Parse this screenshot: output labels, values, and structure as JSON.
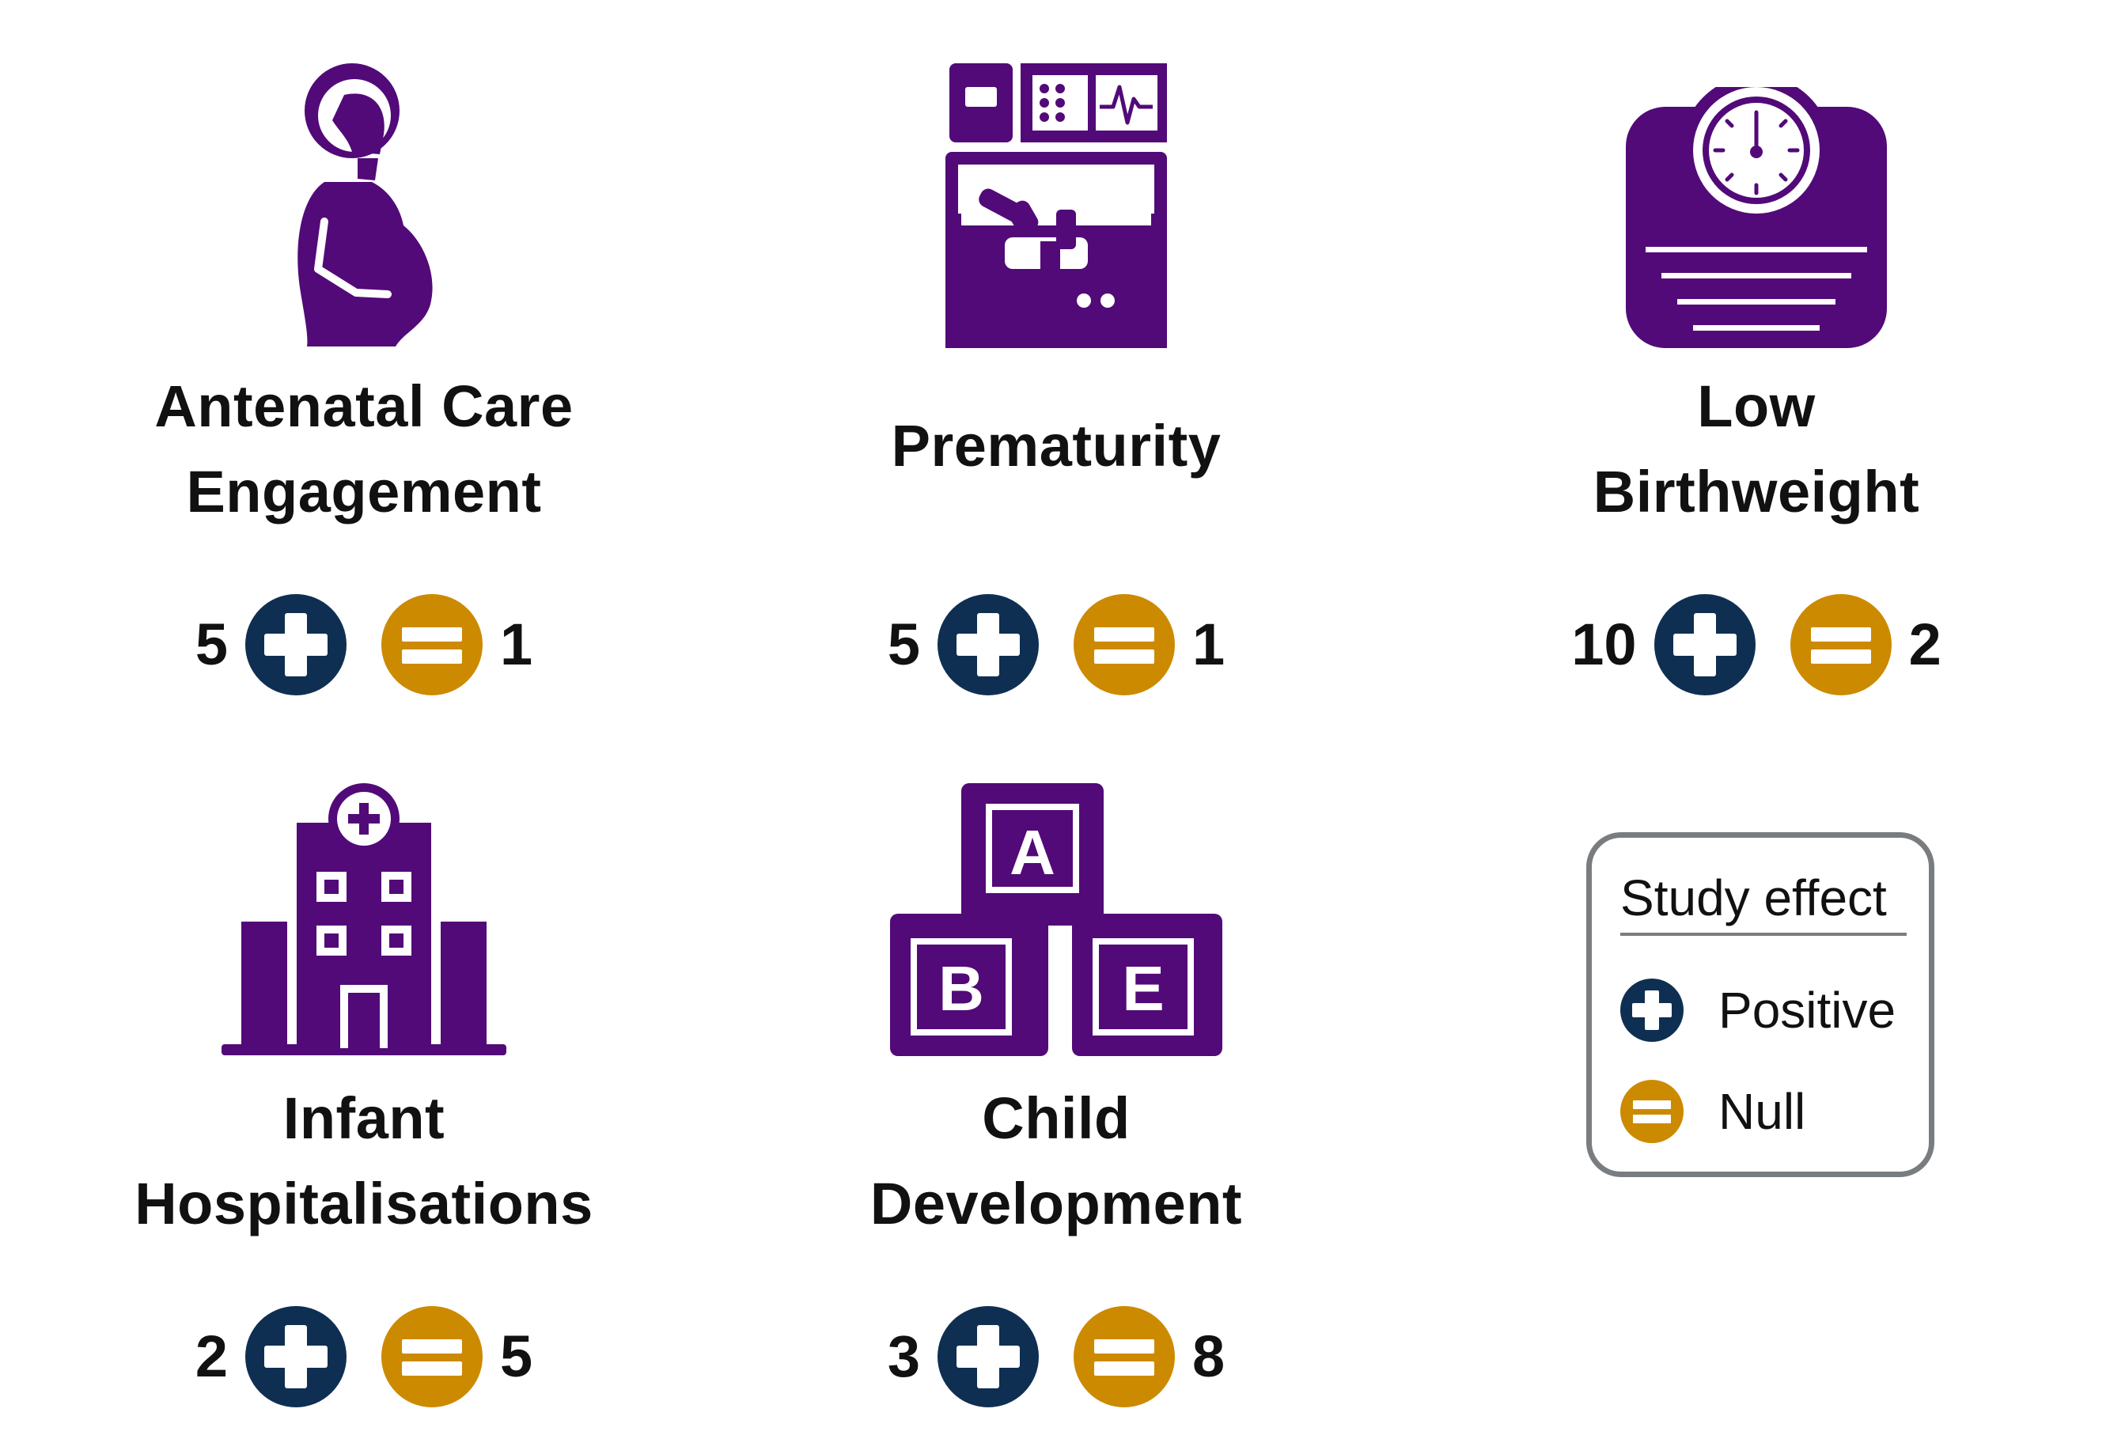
{
  "outcomes": [
    {
      "title_line1": "Antenatal Care",
      "title_line2": "Engagement",
      "positive": "5",
      "null": "1",
      "icon": "pregnant-woman-icon"
    },
    {
      "title_line1": "Prematurity",
      "title_line2": "",
      "positive": "5",
      "null": "1",
      "icon": "incubator-icon"
    },
    {
      "title_line1": "Low",
      "title_line2": "Birthweight",
      "positive": "10",
      "null": "2",
      "icon": "weighing-scale-icon"
    },
    {
      "title_line1": "Infant",
      "title_line2": "Hospitalisations",
      "positive": "2",
      "null": "5",
      "icon": "hospital-icon"
    },
    {
      "title_line1": "Child",
      "title_line2": "Development",
      "positive": "3",
      "null": "8",
      "icon": "abc-blocks-icon"
    }
  ],
  "legend": {
    "title": "Study effect",
    "positive_label": "Positive",
    "null_label": "Null"
  },
  "colors": {
    "icon_purple": "#520a78",
    "positive_navy": "#0f2f52",
    "null_gold": "#cc8a00",
    "legend_border": "#7a7d7f"
  }
}
